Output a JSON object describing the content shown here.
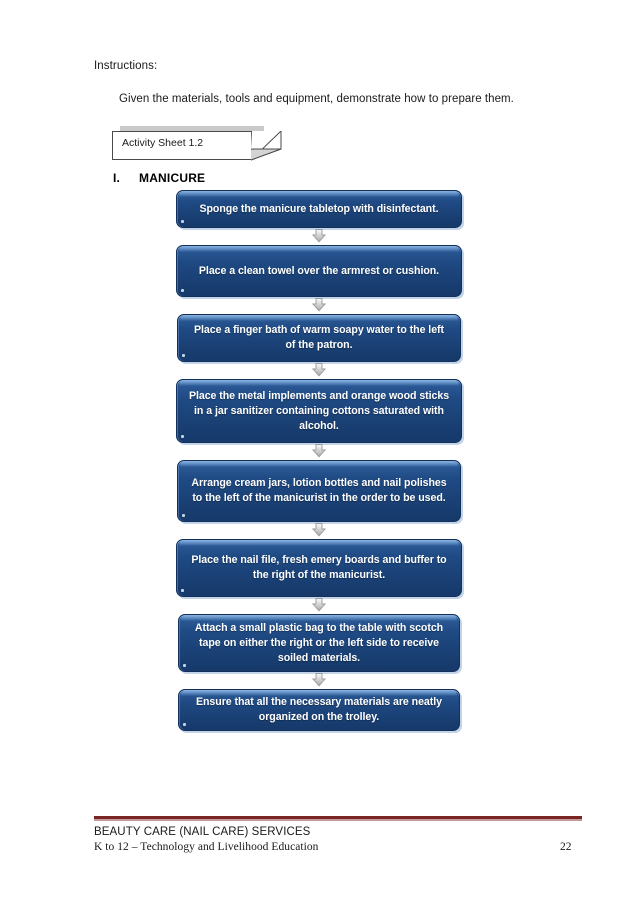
{
  "document": {
    "instructions_label": "Instructions:",
    "instructions_text": "Given the materials, tools and equipment, demonstrate how to prepare them.",
    "activity_note": {
      "label": "Activity Sheet 1.2"
    },
    "section": {
      "numeral": "I.",
      "title": "MANICURE"
    }
  },
  "flowchart": {
    "arrow_icon": "down-arrow-icon",
    "steps": [
      {
        "text": "Sponge the manicure tabletop with disinfectant."
      },
      {
        "text": "Place a clean towel over the armrest or cushion."
      },
      {
        "text": "Place a finger bath of warm soapy water to the left of the patron."
      },
      {
        "text": "Place the metal implements and orange wood sticks in a jar sanitizer containing cottons saturated with alcohol."
      },
      {
        "text": "Arrange cream jars, lotion bottles and nail polishes to the left of the manicurist in the order to be used."
      },
      {
        "text": "Place the nail file, fresh emery boards and buffer to the right of the manicurist."
      },
      {
        "text": "Attach a small plastic bag to the table with scotch tape on either the right or the left side to receive soiled materials."
      },
      {
        "text": "Ensure that all the necessary materials are neatly organized on the trolley."
      }
    ]
  },
  "footer": {
    "title": "BEAUTY CARE (NAIL CARE) SERVICES",
    "subtitle": "K to 12 – Technology and Livelihood Education",
    "page_number": "22"
  },
  "colors": {
    "box_blue_dark": "#173a6b",
    "box_blue_light": "#3a6ba8",
    "box_border": "#12305c",
    "box_shadow": "#c3d4e8",
    "footer_rule_thick": "#7b2424",
    "footer_rule_thin": "#c59a9a",
    "note_shadow": "#c9c9c9",
    "text_white": "#ffffff",
    "page_background": "#ffffff"
  }
}
